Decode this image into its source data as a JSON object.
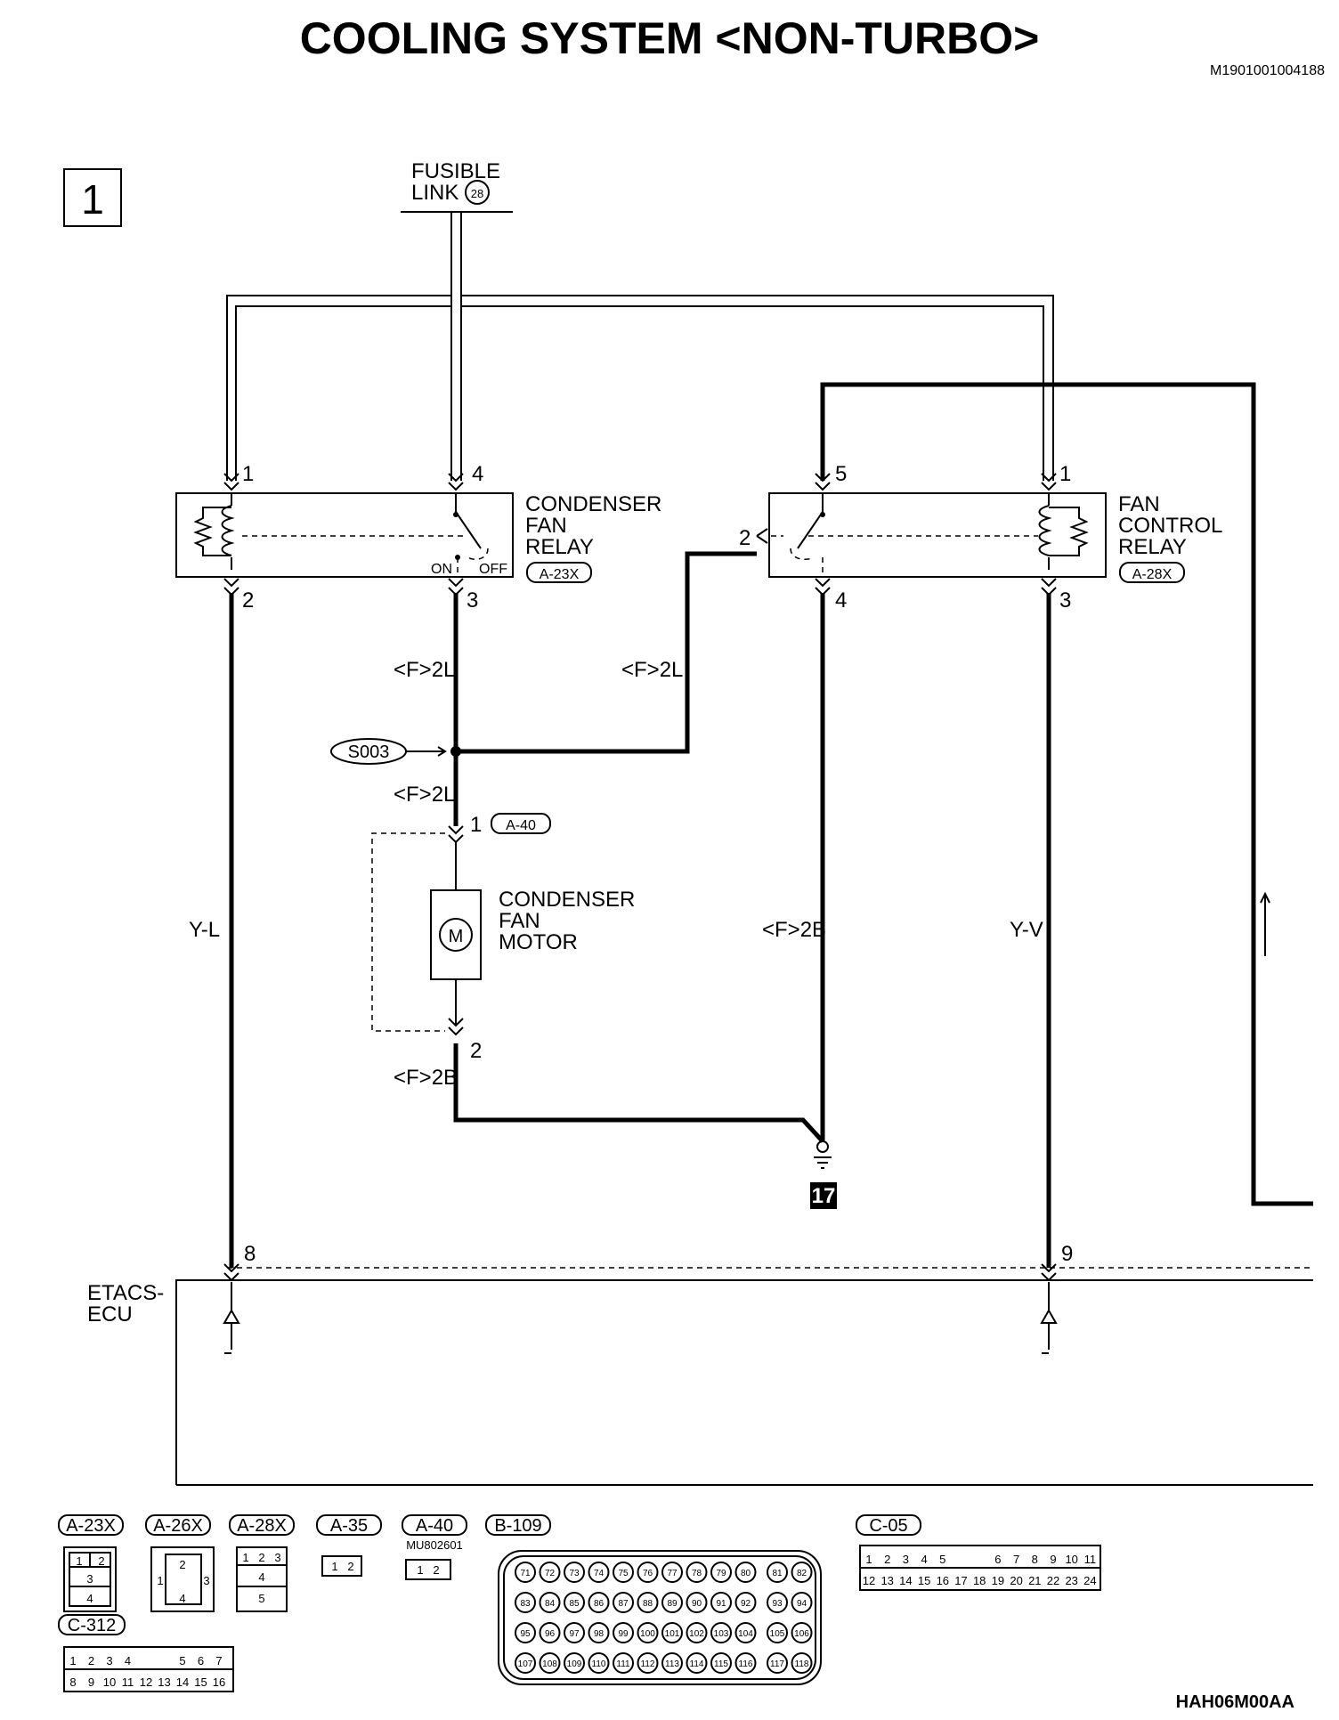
{
  "title": "COOLING SYSTEM <NON-TURBO>",
  "doc_code": "M1901001004188",
  "footer_code": "HAH06M00AA",
  "page_number": "1",
  "fusible_link": {
    "line1": "FUSIBLE",
    "line2": "LINK",
    "number": "28"
  },
  "condenser_fan_relay": {
    "line1": "CONDENSER",
    "line2": "FAN",
    "line3": "RELAY",
    "connector": "A-23X",
    "pins": {
      "p1": "1",
      "p2": "2",
      "p3": "3",
      "p4": "4"
    },
    "on_label": "ON",
    "off_label": "OFF"
  },
  "fan_control_relay": {
    "line1": "FAN",
    "line2": "CONTROL",
    "line3": "RELAY",
    "connector": "A-28X",
    "pins": {
      "p1": "1",
      "p2": "2",
      "p3": "3",
      "p4": "4",
      "p5": "5"
    }
  },
  "wires": {
    "w1": "<F>2L",
    "w2": "<F>2L",
    "w3": "<F>2L",
    "w4": "<F>2B",
    "w5": "<F>2B",
    "yl": "Y-L",
    "yv": "Y-V"
  },
  "splice": "S003",
  "motor": {
    "line1": "CONDENSER",
    "line2": "FAN",
    "line3": "MOTOR",
    "symbol": "M",
    "connector": "A-40",
    "pin1": "1",
    "pin2": "2"
  },
  "ground": "17",
  "ecu": {
    "line1": "ETACS-",
    "line2": "ECU",
    "pin8": "8",
    "pin9": "9"
  },
  "connectors": {
    "a23x": {
      "name": "A-23X",
      "pins": [
        "1",
        "2",
        "3",
        "4"
      ]
    },
    "a26x": {
      "name": "A-26X",
      "pins": [
        "1",
        "2",
        "3",
        "4"
      ]
    },
    "a28x": {
      "name": "A-28X",
      "pins": [
        "1",
        "2",
        "3",
        "4",
        "5"
      ]
    },
    "a35": {
      "name": "A-35",
      "pins": [
        "1",
        "2"
      ]
    },
    "a40": {
      "name": "A-40",
      "part": "MU802601",
      "pins": [
        "1",
        "2"
      ]
    },
    "b109": {
      "name": "B-109",
      "row1": [
        "71",
        "72",
        "73",
        "74",
        "75",
        "76",
        "77",
        "78",
        "79",
        "80",
        "81",
        "82"
      ],
      "row2": [
        "83",
        "84",
        "85",
        "86",
        "87",
        "88",
        "89",
        "90",
        "91",
        "92",
        "93",
        "94"
      ],
      "row3": [
        "95",
        "96",
        "97",
        "98",
        "99",
        "100",
        "101",
        "102",
        "103",
        "104",
        "105",
        "106"
      ],
      "row4": [
        "107",
        "108",
        "109",
        "110",
        "111",
        "112",
        "113",
        "114",
        "115",
        "116",
        "117",
        "118"
      ]
    },
    "c05": {
      "name": "C-05",
      "row1": [
        "1",
        "2",
        "3",
        "4",
        "5",
        "6",
        "7",
        "8",
        "9",
        "10",
        "11"
      ],
      "row2": [
        "12",
        "13",
        "14",
        "15",
        "16",
        "17",
        "18",
        "19",
        "20",
        "21",
        "22",
        "23",
        "24"
      ]
    },
    "c312": {
      "name": "C-312",
      "row1": [
        "1",
        "2",
        "3",
        "4",
        "5",
        "6",
        "7"
      ],
      "row2": [
        "8",
        "9",
        "10",
        "11",
        "12",
        "13",
        "14",
        "15",
        "16"
      ]
    }
  }
}
